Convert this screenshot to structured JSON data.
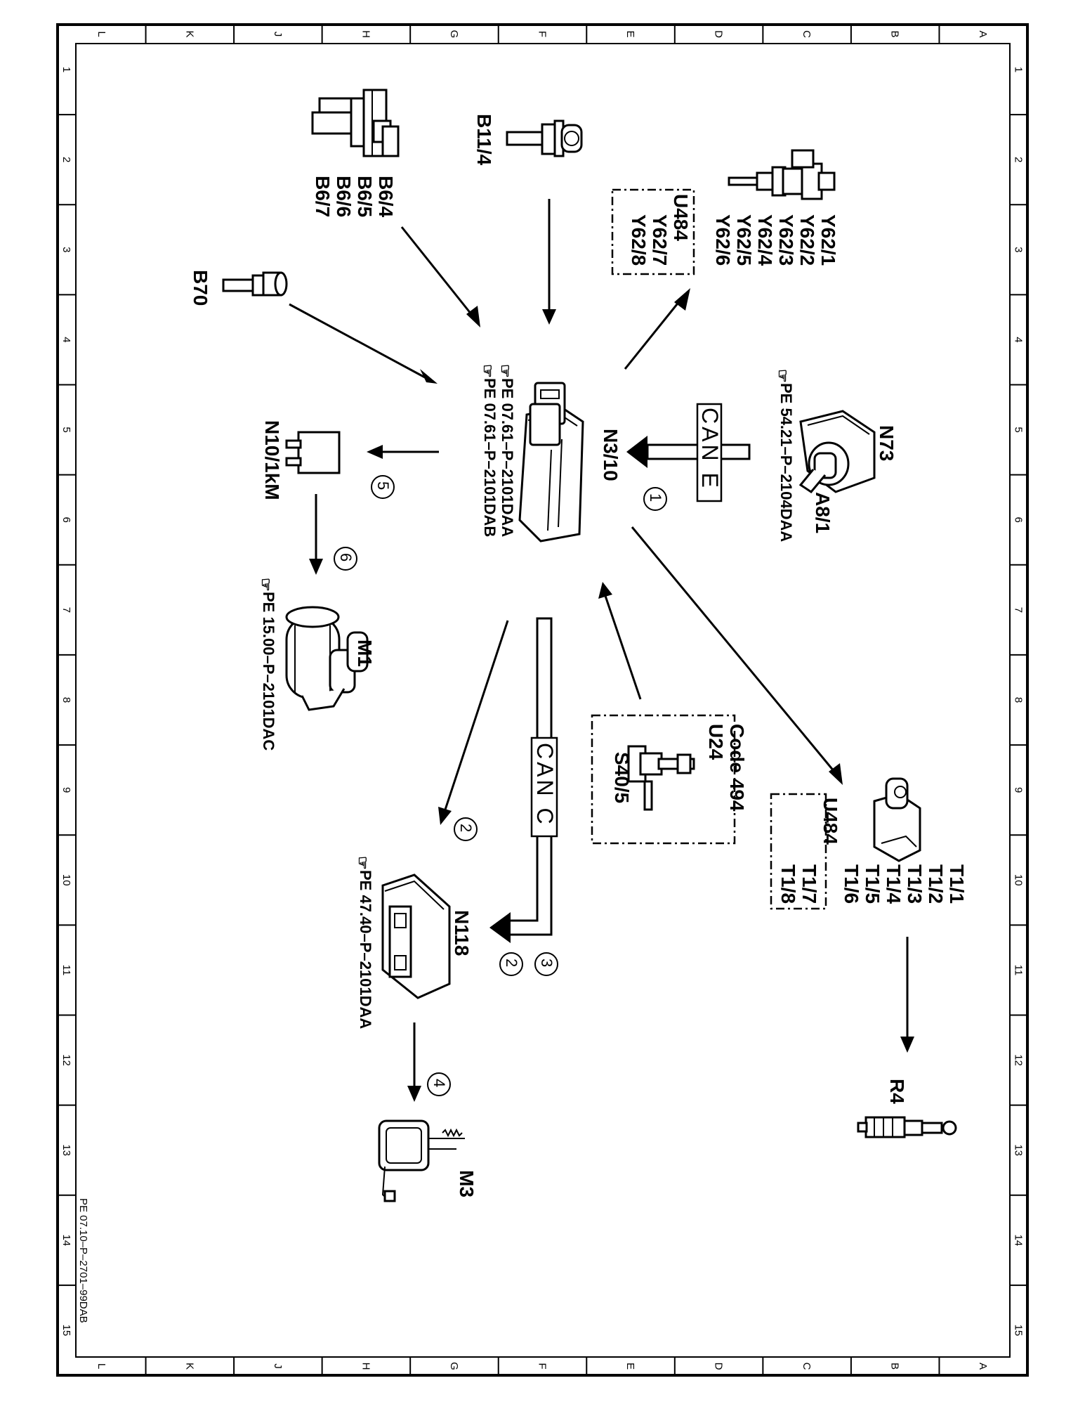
{
  "grid": {
    "letters": [
      "L",
      "K",
      "J",
      "H",
      "G",
      "F",
      "E",
      "D",
      "C",
      "B",
      "A"
    ],
    "numbers": [
      "1",
      "2",
      "3",
      "4",
      "5",
      "6",
      "7",
      "8",
      "9",
      "10",
      "11",
      "12",
      "13",
      "14",
      "15"
    ]
  },
  "document_ref": "PE 07.10–P–2701–99DAB",
  "components": {
    "b11_4": "B11/4",
    "b6": [
      "B6/4",
      "B6/5",
      "B6/6",
      "B6/7"
    ],
    "b70": "B70",
    "y62": [
      "Y62/1",
      "Y62/2",
      "Y62/3",
      "Y62/4",
      "Y62/5",
      "Y62/6"
    ],
    "u484_y62": [
      "U484",
      "Y62/7",
      "Y62/8"
    ],
    "n73": "N73",
    "a8_1": "A8/1",
    "n73_ref": "PE 54.21–P–2104DAA",
    "n3_10": "N3/10",
    "n3_10_refs": [
      "PE 07.61–P–2101DAA",
      "PE 07.61–P–2101DAB"
    ],
    "n10": "N10/1kM",
    "m1": "M1",
    "m1_ref": "PE 15.00–P–2101DAC",
    "code_box": [
      "Code 494",
      "U24",
      "S40/5"
    ],
    "t1": [
      "T1/1",
      "T1/2",
      "T1/3",
      "T1/4",
      "T1/5",
      "T1/6"
    ],
    "u484_t1": [
      "U484",
      "T1/7",
      "T1/8"
    ],
    "r4": "R4",
    "n118": "N118",
    "n118_ref": "PE 47.40–P–2101DAA",
    "m3": "M3"
  },
  "bus": {
    "can_e": "CAN E",
    "can_c": "CAN C"
  },
  "step_numbers": {
    "s1": "1",
    "s2a": "2",
    "s2b": "2",
    "s3": "3",
    "s4": "4",
    "s5": "5",
    "s6": "6"
  }
}
